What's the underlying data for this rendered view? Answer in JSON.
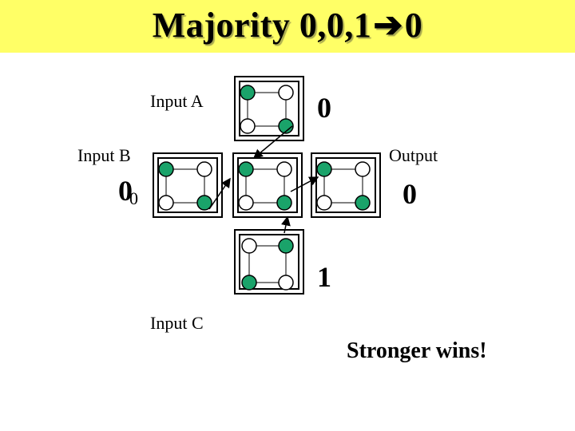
{
  "title": {
    "text": "Majority 0,0,1",
    "arrow_glyph": "➔",
    "result": "0"
  },
  "labels": {
    "input_a": "Input A",
    "input_b": "Input B",
    "input_c": "Input C",
    "output": "Output",
    "slogan": "Stronger wins!"
  },
  "values": {
    "input_a": "0",
    "input_b": "0",
    "input_b_sub": "0",
    "input_c": "1",
    "output": "0"
  },
  "colors": {
    "title_background": "#ffff66",
    "dot_filled": "#1aa36a",
    "dot_empty": "#ffffff",
    "cell_border": "#000000"
  }
}
